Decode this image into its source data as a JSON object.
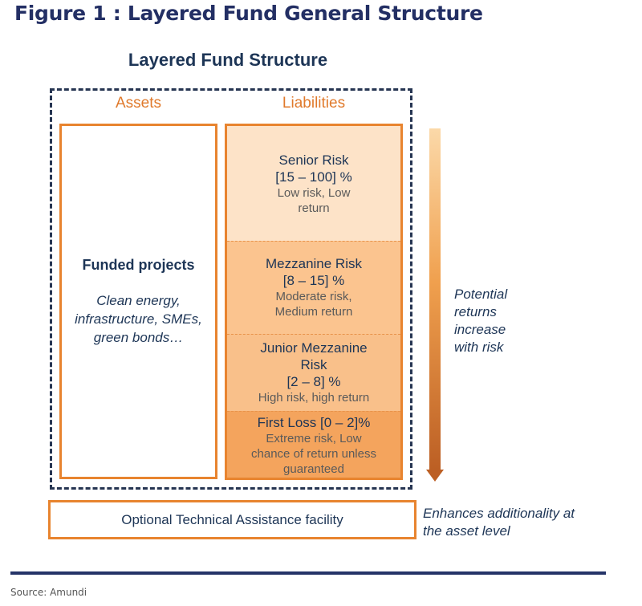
{
  "figure_title": "Figure 1 : Layered Fund General Structure",
  "diagram_title": "Layered Fund Structure",
  "assets": {
    "header": "Assets",
    "title": "Funded projects",
    "description": "Clean energy, infrastructure, SMEs, green bonds…"
  },
  "liabilities": {
    "header": "Liabilities",
    "layers": [
      {
        "name": "Senior Risk",
        "range": "[15 – 100] %",
        "description": "Low risk, Low return",
        "color": "#fde3c8"
      },
      {
        "name": "Mezzanine Risk",
        "range": "[8 – 15] %",
        "description": "Moderate risk, Medium return",
        "color": "#fbc48f"
      },
      {
        "name": "Junior Mezzanine Risk",
        "range": "[2 – 8] %",
        "description": "High risk, high return",
        "color": "#f9c08a"
      },
      {
        "name": "First Loss [0 – 2]%",
        "range": "",
        "description": "Extreme risk, Low chance of return unless guaranteed",
        "color": "#f4a45d"
      }
    ]
  },
  "risk_arrow": {
    "label": "Potential returns increase with risk",
    "color_top": "#fbd9a9",
    "color_bottom": "#bc5f24"
  },
  "technical_assistance": {
    "label": "Optional Technical Assistance facility",
    "note": "Enhances additionality at the asset level"
  },
  "source": "Source: Amundi",
  "colors": {
    "navy": "#1d3556",
    "orange": "#e8842f",
    "title": "#232f64"
  }
}
